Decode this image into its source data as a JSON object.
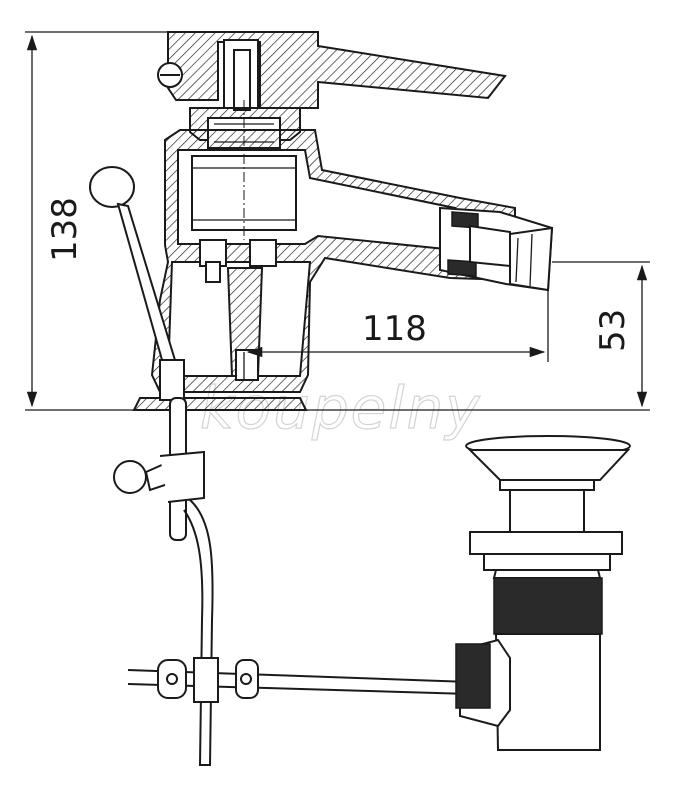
{
  "dimensions": {
    "total_height": "138",
    "spout_reach": "118",
    "spout_height": "53"
  },
  "watermark": {
    "text": "koupelny"
  }
}
